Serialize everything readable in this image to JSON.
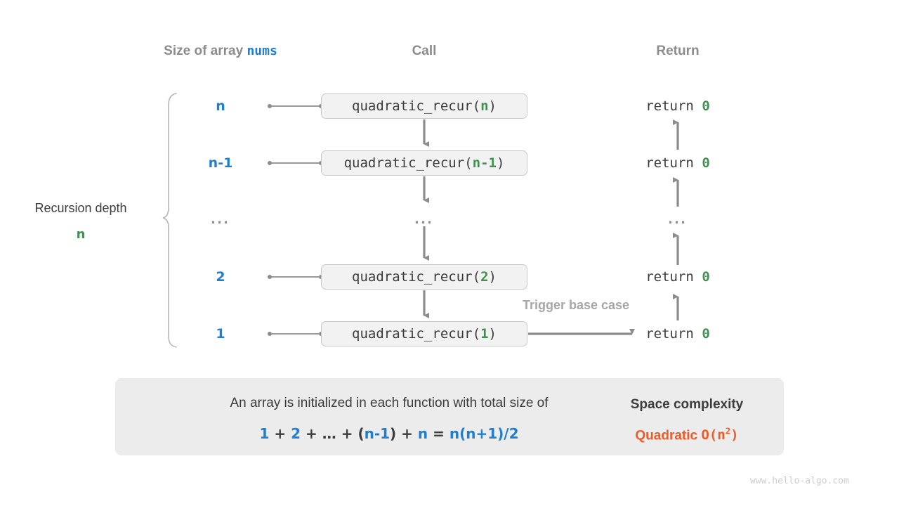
{
  "headers": {
    "size": "Size of array ",
    "size_mono": "nums",
    "call": "Call",
    "ret": "Return"
  },
  "depth": {
    "title": "Recursion depth",
    "value": "n"
  },
  "rows": [
    {
      "size": "n",
      "call_name": "quadratic_recur(",
      "call_arg": "n",
      "call_close": ")",
      "ret": "return ",
      "ret_val": "0"
    },
    {
      "size": "n-1",
      "call_name": "quadratic_recur(",
      "call_arg": "n-1",
      "call_close": ")",
      "ret": "return ",
      "ret_val": "0"
    },
    {
      "size": "...",
      "call_name": "...",
      "call_arg": "",
      "call_close": "",
      "ret": "...",
      "ret_val": ""
    },
    {
      "size": "2",
      "call_name": "quadratic_recur(",
      "call_arg": "2",
      "call_close": ")",
      "ret": "return ",
      "ret_val": "0"
    },
    {
      "size": "1",
      "call_name": "quadratic_recur(",
      "call_arg": "1",
      "call_close": ")",
      "ret": "return ",
      "ret_val": "0"
    }
  ],
  "annotation": "Trigger base case",
  "summary": {
    "line1": "An array is initialized in each function with total size of",
    "formula": {
      "t1": "1",
      "o1": "+",
      "t2": "2",
      "o2": "+",
      "ell": "…",
      "o3": "+",
      "p_open": "(",
      "t3": "n-1",
      "p_close": ")",
      "o4": "+",
      "t4": "n",
      "eq": "=",
      "result": "n(n+1)/2"
    },
    "complexity_title": "Space complexity",
    "complexity_word": "Quadratic",
    "complexity_big_o_pre": "O(n",
    "complexity_big_o_sup": "2",
    "complexity_big_o_post": ")"
  },
  "watermark": "www.hello-algo.com",
  "colors": {
    "blue": "#1f7fd0",
    "green": "#3f9150",
    "orange": "#ef5b26",
    "gray_text": "#8c8c8c",
    "dark_text": "#3c3c3c",
    "box_fill": "#f2f2f2",
    "panel_fill": "#ececec",
    "line": "#8c8c8c"
  }
}
